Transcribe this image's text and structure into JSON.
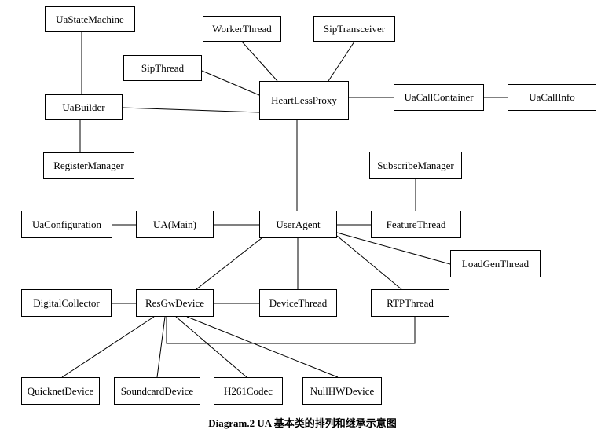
{
  "diagram": {
    "caption": "Diagram.2 UA 基本类的排列和继承示意图",
    "nodes": [
      {
        "id": "UaStateMachine",
        "label": "UaStateMachine"
      },
      {
        "id": "WorkerThread",
        "label": "WorkerThread"
      },
      {
        "id": "SipTransceiver",
        "label": "SipTransceiver"
      },
      {
        "id": "SipThread",
        "label": "SipThread"
      },
      {
        "id": "HeartLessProxy",
        "label": "HeartLessProxy"
      },
      {
        "id": "UaCallContainer",
        "label": "UaCallContainer"
      },
      {
        "id": "UaCallInfo",
        "label": "UaCallInfo"
      },
      {
        "id": "UaBuilder",
        "label": "UaBuilder"
      },
      {
        "id": "RegisterManager",
        "label": "RegisterManager"
      },
      {
        "id": "SubscribeManager",
        "label": "SubscribeManager"
      },
      {
        "id": "UaConfiguration",
        "label": "UaConfiguration"
      },
      {
        "id": "UAMain",
        "label": "UA(Main)"
      },
      {
        "id": "UserAgent",
        "label": "UserAgent"
      },
      {
        "id": "FeatureThread",
        "label": "FeatureThread"
      },
      {
        "id": "LoadGenThread",
        "label": "LoadGenThread"
      },
      {
        "id": "DigitalCollector",
        "label": "DigitalCollector"
      },
      {
        "id": "ResGwDevice",
        "label": "ResGwDevice"
      },
      {
        "id": "DeviceThread",
        "label": "DeviceThread"
      },
      {
        "id": "RTPThread",
        "label": "RTPThread"
      },
      {
        "id": "QuicknetDevice",
        "label": "QuicknetDevice"
      },
      {
        "id": "SoundcardDevice",
        "label": "SoundcardDevice"
      },
      {
        "id": "H261Codec",
        "label": "H261Codec"
      },
      {
        "id": "NullHWDevice",
        "label": "NullHWDevice"
      }
    ],
    "edges": [
      {
        "from": "UaStateMachine",
        "to": "UaBuilder"
      },
      {
        "from": "UaBuilder",
        "to": "RegisterManager"
      },
      {
        "from": "WorkerThread",
        "to": "HeartLessProxy"
      },
      {
        "from": "SipTransceiver",
        "to": "HeartLessProxy"
      },
      {
        "from": "SipThread",
        "to": "HeartLessProxy"
      },
      {
        "from": "UaBuilder",
        "to": "HeartLessProxy"
      },
      {
        "from": "HeartLessProxy",
        "to": "UaCallContainer"
      },
      {
        "from": "UaCallContainer",
        "to": "UaCallInfo"
      },
      {
        "from": "HeartLessProxy",
        "to": "UserAgent"
      },
      {
        "from": "SubscribeManager",
        "to": "FeatureThread"
      },
      {
        "from": "UaConfiguration",
        "to": "UAMain"
      },
      {
        "from": "UAMain",
        "to": "UserAgent"
      },
      {
        "from": "UserAgent",
        "to": "FeatureThread"
      },
      {
        "from": "UserAgent",
        "to": "LoadGenThread"
      },
      {
        "from": "UserAgent",
        "to": "DeviceThread"
      },
      {
        "from": "UserAgent",
        "to": "RTPThread"
      },
      {
        "from": "UserAgent",
        "to": "ResGwDevice"
      },
      {
        "from": "DigitalCollector",
        "to": "ResGwDevice"
      },
      {
        "from": "ResGwDevice",
        "to": "DeviceThread"
      },
      {
        "from": "ResGwDevice",
        "to": "RTPThread"
      },
      {
        "from": "ResGwDevice",
        "to": "QuicknetDevice"
      },
      {
        "from": "ResGwDevice",
        "to": "SoundcardDevice"
      },
      {
        "from": "ResGwDevice",
        "to": "H261Codec"
      },
      {
        "from": "ResGwDevice",
        "to": "NullHWDevice"
      }
    ]
  }
}
